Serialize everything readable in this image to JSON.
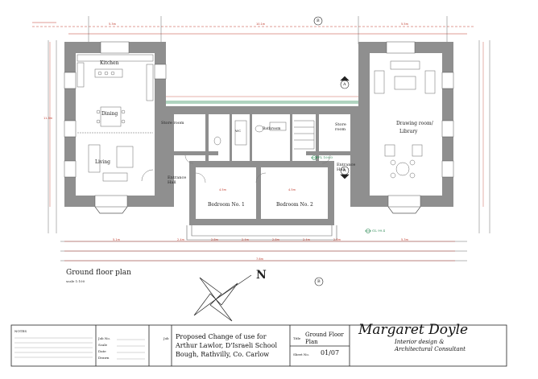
{
  "plan": {
    "title": "Ground floor plan",
    "scale": "scale 1:100",
    "north_label": "N",
    "rooms": {
      "kitchen": "Kitchen",
      "dining": "Dining",
      "living": "Living",
      "store_left": "Store room",
      "entrance_left": "Entrance Hall",
      "wc": "WC",
      "bathroom": "Bathroom",
      "store_right": "Store room",
      "entrance_right": "Entrance Hall",
      "drawing_room_1": "Drawing room/",
      "drawing_room_2": "Library",
      "bedroom1": "Bedroom No. 1",
      "bedroom2": "Bedroom No. 2"
    },
    "levels": {
      "ffl": "FFL 100.0",
      "gl": "GL 99.4"
    },
    "section_markers": [
      "A",
      "A",
      "B",
      "B"
    ],
    "dimensions": {
      "top": [
        "5.3m",
        "10.1m",
        "5.5m"
      ],
      "left": [
        "11.5m"
      ],
      "bottom": [
        "5.1m",
        "2.4m",
        "2.8m",
        "2.4m",
        "2.8m",
        "2.4m",
        "2.8m",
        "5.3m"
      ],
      "bottom_total": "7.6m",
      "bedroom": [
        "4.5m",
        "4.5m"
      ]
    }
  },
  "title_block": {
    "notes_heading": "NOTES",
    "job_no_label": "Job No.",
    "scale_label": "Scale",
    "date_label": "Date",
    "drawn_label": "Drawn",
    "job_label": "Job",
    "job_title": "Proposed Change of use for",
    "job_line2": "Arthur Lawlor, D'Israeli School",
    "job_line3": "Bough, Rathvilly, Co. Carlow",
    "title_label": "Title",
    "drawing_title_1": "Ground Floor",
    "drawing_title_2": "Plan",
    "sheet_label": "Sheet No.",
    "sheet_no": "01/07",
    "company_name": "Margaret Doyle",
    "company_line2": "Interior design &",
    "company_line3": "Architectural Consultant"
  }
}
